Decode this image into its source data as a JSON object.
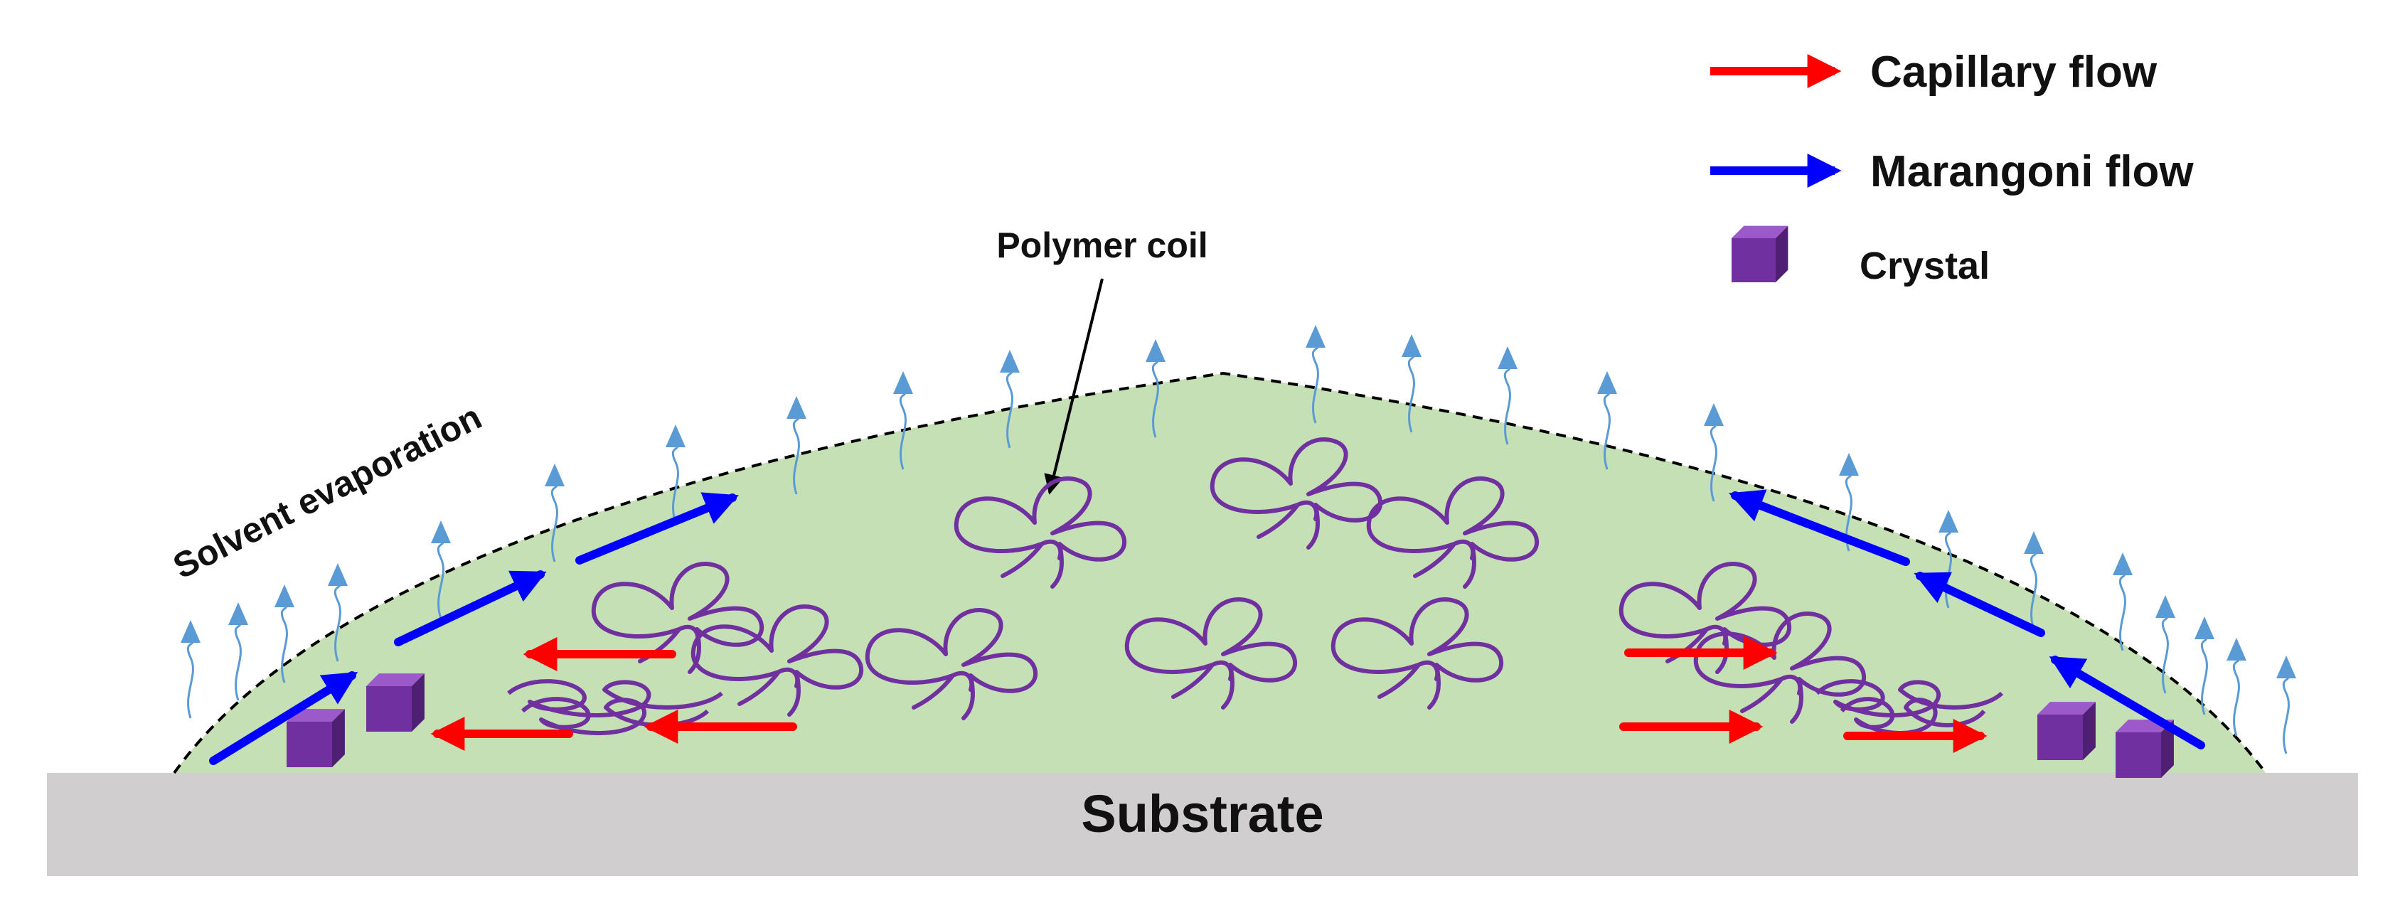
{
  "legend": {
    "capillary": {
      "label": "Capillary flow",
      "color": "#ff0000"
    },
    "marangoni": {
      "label": "Marangoni flow",
      "color": "#0000ff"
    },
    "crystal": {
      "label": "Crystal",
      "color": "#7030a0"
    }
  },
  "labels": {
    "polymer_coil": "Polymer coil",
    "solvent_evaporation": "Solvent evaporation",
    "substrate": "Substrate"
  },
  "colors": {
    "droplet": "#c5e0b4",
    "substrate": "#d0cece",
    "evaporation_arrow": "#5b9bd5",
    "polymer": "#7030a0",
    "outline": "#000000"
  }
}
